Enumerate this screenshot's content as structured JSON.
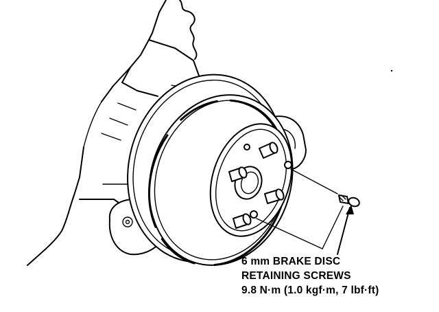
{
  "callout": {
    "line1": "6 mm BRAKE DISC",
    "line2": "RETAINING SCREWS",
    "line3": "9.8 N·m (1.0 kgf·m, 7 lbf·ft)"
  },
  "colors": {
    "ink": "#000000",
    "paper": "#ffffff"
  }
}
